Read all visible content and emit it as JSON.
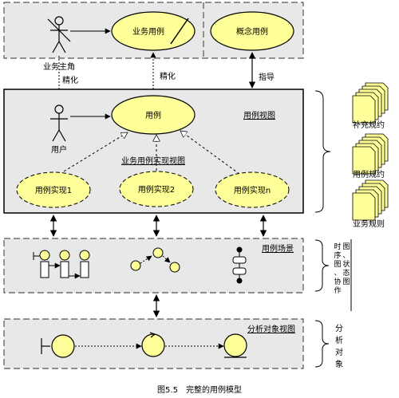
{
  "figure": {
    "caption": "图5.5　完整的用例模型",
    "business_layer": {
      "actor": "业务主角",
      "use_case": "业务用例",
      "concept": "概念用例"
    },
    "usecase_view": {
      "title": "用例视图",
      "actor": "用户",
      "use_case": "用例",
      "realization_title": "业务用例实现视图",
      "realizations": [
        "用例实现1",
        "用例实现2",
        "用例实现n"
      ]
    },
    "relations": {
      "refine_left": "精化",
      "refine_center": "精化",
      "guide": "指导"
    },
    "scenario_layer": {
      "title": "用例场景",
      "side_label": "时序图、协作图、状态图"
    },
    "analysis_layer": {
      "title": "分析对象视图",
      "side_label": "分析对象"
    },
    "documents": [
      "补充规约",
      "用例规约",
      "业务规则"
    ]
  },
  "colors": {
    "ellipse_fill": "#ffff99",
    "panel_fill": "#e8e8e8",
    "doc_fill": "#ffff99"
  }
}
